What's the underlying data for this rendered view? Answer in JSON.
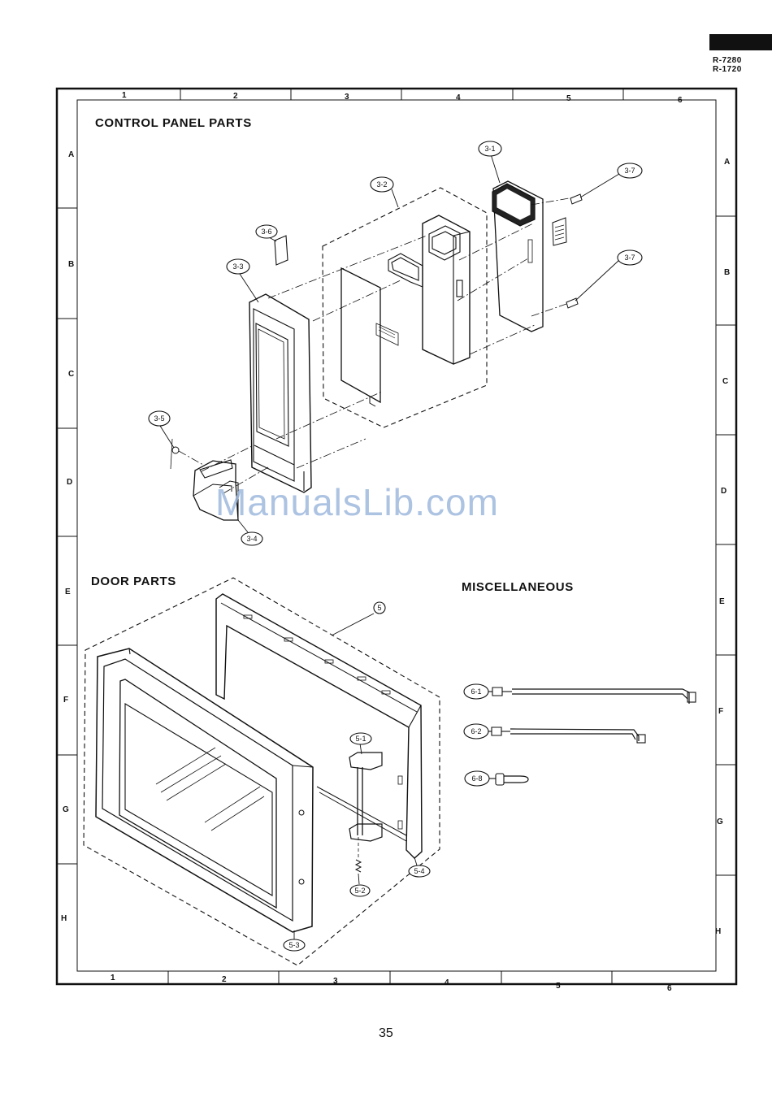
{
  "header": {
    "models": [
      "R-7280",
      "R-1720"
    ]
  },
  "sections": {
    "control_panel": "CONTROL PANEL PARTS",
    "door": "DOOR PARTS",
    "misc": "MISCELLANEOUS"
  },
  "grid": {
    "columns": [
      "1",
      "2",
      "3",
      "4",
      "5",
      "6"
    ],
    "rows": [
      "A",
      "B",
      "C",
      "D",
      "E",
      "F",
      "G",
      "H"
    ]
  },
  "callouts": {
    "cp_3_1": "3-1",
    "cp_3_2": "3-2",
    "cp_3_3": "3-3",
    "cp_3_4": "3-4",
    "cp_3_5": "3-5",
    "cp_3_6": "3-6",
    "cp_3_7a": "3-7",
    "cp_3_7b": "3-7",
    "door_5": "5",
    "door_5_1": "5-1",
    "door_5_2": "5-2",
    "door_5_3": "5-3",
    "door_5_4": "5-4",
    "misc_6_1": "6-1",
    "misc_6_2": "6-2",
    "misc_6_8": "6-8"
  },
  "watermark": "ManualsLib.com",
  "page_number": "35"
}
